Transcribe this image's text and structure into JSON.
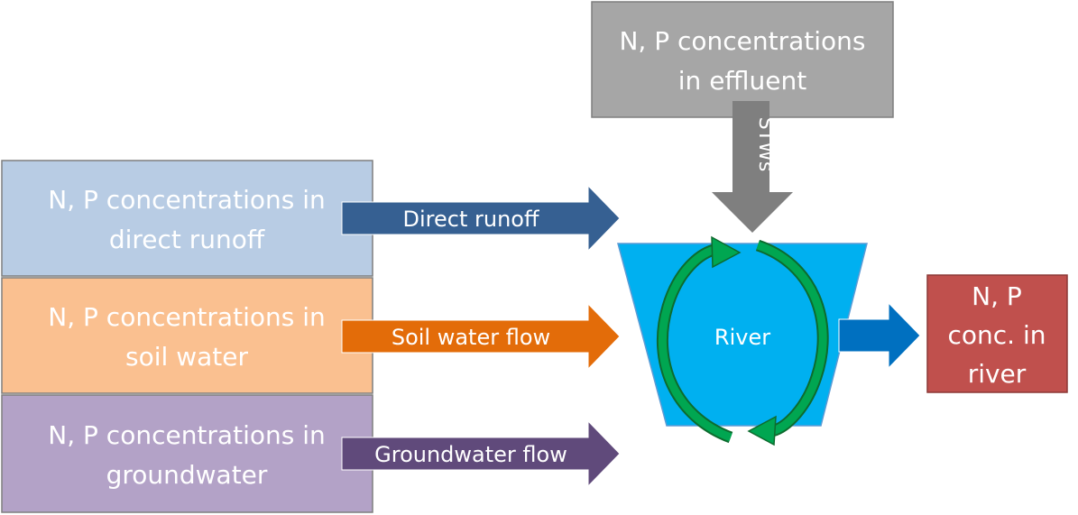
{
  "sources": [
    {
      "id": "direct-runoff",
      "box_lines": [
        "N, P concentrations in",
        "direct runoff"
      ],
      "arrow_label": "Direct runoff",
      "box_color": "#b8cce4",
      "arrow_color": "#366092"
    },
    {
      "id": "soil-water",
      "box_lines": [
        "N, P concentrations in",
        "soil water"
      ],
      "arrow_label": "Soil water flow",
      "box_color": "#fac090",
      "arrow_color": "#e36c09"
    },
    {
      "id": "groundwater",
      "box_lines": [
        "N, P concentrations in",
        "groundwater"
      ],
      "arrow_label": "Groundwater flow",
      "box_color": "#b3a2c7",
      "arrow_color": "#604a7b"
    }
  ],
  "effluent": {
    "box_lines": [
      "N, P concentrations",
      "in effluent"
    ],
    "arrow_label": "STWs",
    "box_color": "#a6a6a6",
    "arrow_color": "#7f7f7f"
  },
  "river": {
    "label": "River",
    "fill_color": "#00b0f0",
    "cycle_color": "#00a651"
  },
  "output": {
    "box_lines": [
      "N, P",
      "conc. in",
      "river"
    ],
    "box_color": "#c0504d",
    "arrow_color": "#0070c0"
  }
}
